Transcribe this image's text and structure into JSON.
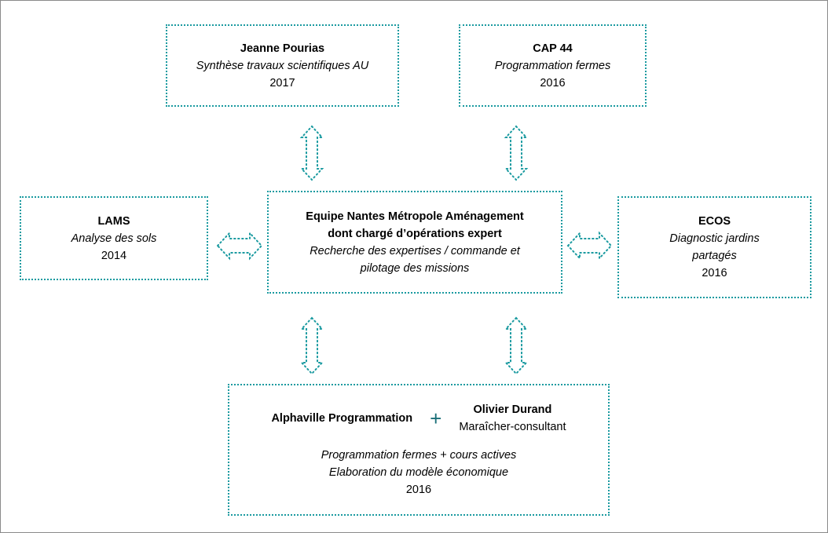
{
  "accent_color": "#1a9aa0",
  "boxes": {
    "jeanne": {
      "name": "Jeanne Pourias",
      "role": "Synthèse travaux scientifiques AU",
      "year": "2017"
    },
    "cap44": {
      "name": "CAP 44",
      "role": "Programmation fermes",
      "year": "2016"
    },
    "lams": {
      "name": "LAMS",
      "role": "Analyse des sols",
      "year": "2014"
    },
    "center": {
      "line1": "Equipe Nantes Métropole Aménagement",
      "line2": "dont chargé d’opérations expert",
      "role1": "Recherche des expertises / commande et",
      "role2": "pilotage des missions"
    },
    "ecos": {
      "name": "ECOS",
      "role1": "Diagnostic jardins",
      "role2": "partagés",
      "year": "2016"
    },
    "bottom": {
      "left_name": "Alphaville Programmation",
      "plus": "+",
      "right_name": "Olivier Durand",
      "right_role": "Maraîcher-consultant",
      "role1": "Programmation fermes + cours actives",
      "role2": "Elaboration du modèle économique",
      "year": "2016"
    }
  }
}
